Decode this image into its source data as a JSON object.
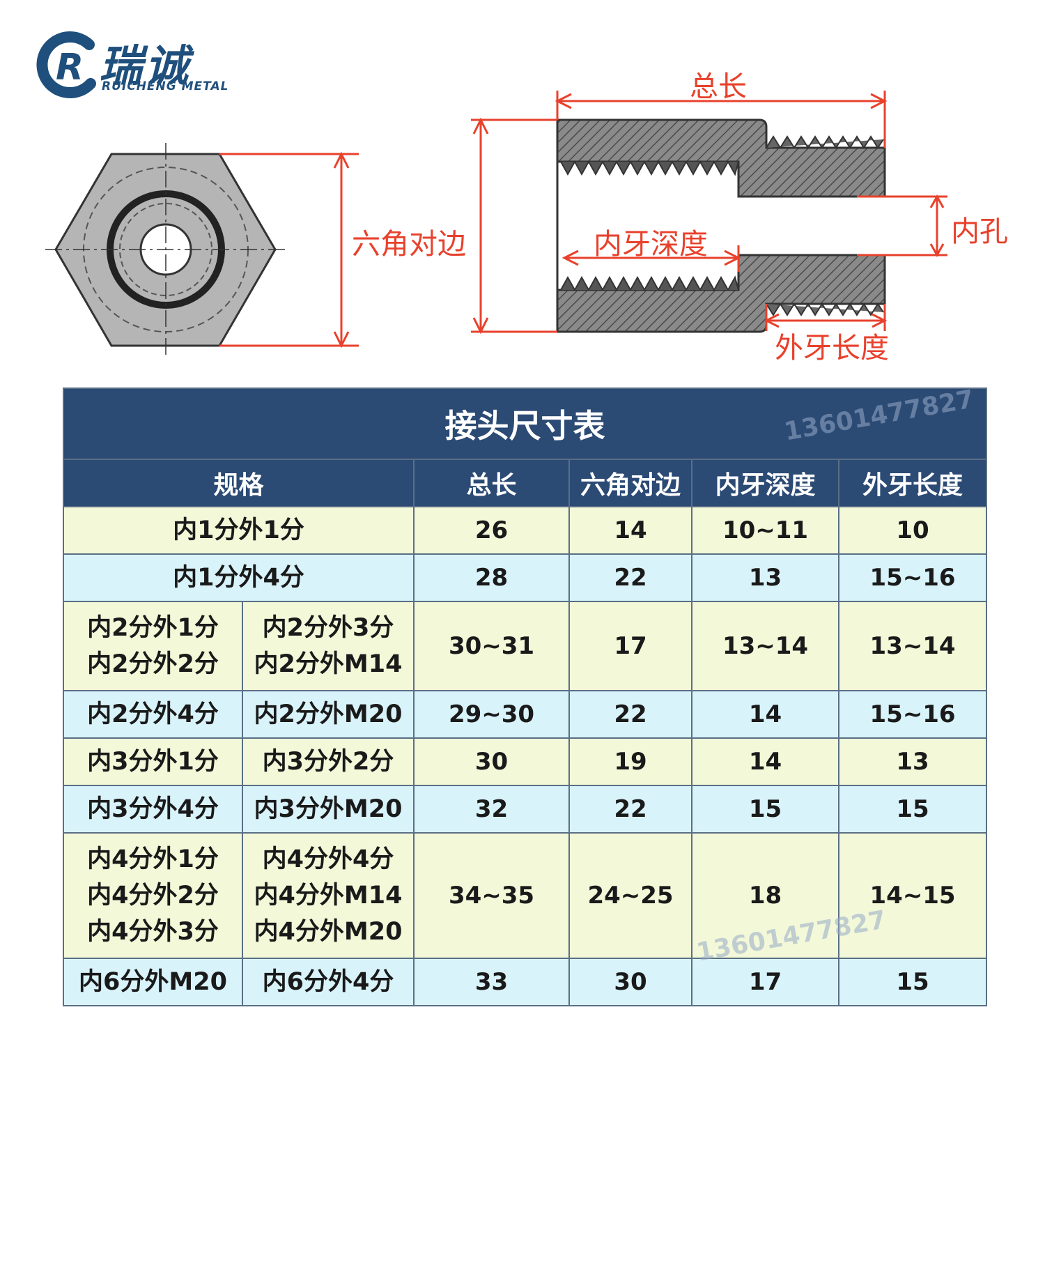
{
  "logo": {
    "mark": "R",
    "name_cn": "瑞诚",
    "name_en": "RUICHENG METAL"
  },
  "diagram": {
    "hex_label": "六角对边",
    "total_length_label": "总长",
    "inner_depth_label": "内牙深度",
    "bore_label": "内孔",
    "outer_length_label": "外牙长度"
  },
  "table": {
    "title": "接头尺寸表",
    "watermark": "13601477827",
    "headers": [
      "规格",
      "总长",
      "六角对边",
      "内牙深度",
      "外牙长度"
    ],
    "rows": [
      {
        "spec": [
          "内1分外1分"
        ],
        "total": "26",
        "hex": "14",
        "depth": "10~11",
        "outer": "10"
      },
      {
        "spec": [
          "内1分外4分"
        ],
        "total": "28",
        "hex": "22",
        "depth": "13",
        "outer": "15~16"
      },
      {
        "spec_a": [
          "内2分外1分",
          "内2分外2分"
        ],
        "spec_b": [
          "内2分外3分",
          "内2分外M14"
        ],
        "total": "30~31",
        "hex": "17",
        "depth": "13~14",
        "outer": "13~14"
      },
      {
        "spec_a": [
          "内2分外4分"
        ],
        "spec_b": [
          "内2分外M20"
        ],
        "total": "29~30",
        "hex": "22",
        "depth": "14",
        "outer": "15~16"
      },
      {
        "spec_a": [
          "内3分外1分"
        ],
        "spec_b": [
          "内3分外2分"
        ],
        "total": "30",
        "hex": "19",
        "depth": "14",
        "outer": "13"
      },
      {
        "spec_a": [
          "内3分外4分"
        ],
        "spec_b": [
          "内3分外M20"
        ],
        "total": "32",
        "hex": "22",
        "depth": "15",
        "outer": "15"
      },
      {
        "spec_a": [
          "内4分外1分",
          "内4分外2分",
          "内4分外3分"
        ],
        "spec_b": [
          "内4分外4分",
          "内4分外M14",
          "内4分外M20"
        ],
        "total": "34~35",
        "hex": "24~25",
        "depth": "18",
        "outer": "14~15"
      },
      {
        "spec_a": [
          "内6分外M20"
        ],
        "spec_b": [
          "内6分外4分"
        ],
        "total": "33",
        "hex": "30",
        "depth": "17",
        "outer": "15"
      }
    ]
  },
  "colors": {
    "brand": "#1f4f7c",
    "dimension": "#e8412c",
    "header": "#2b4a74",
    "row_yellow": "#f3f8d8",
    "row_blue": "#d9f3fb"
  }
}
